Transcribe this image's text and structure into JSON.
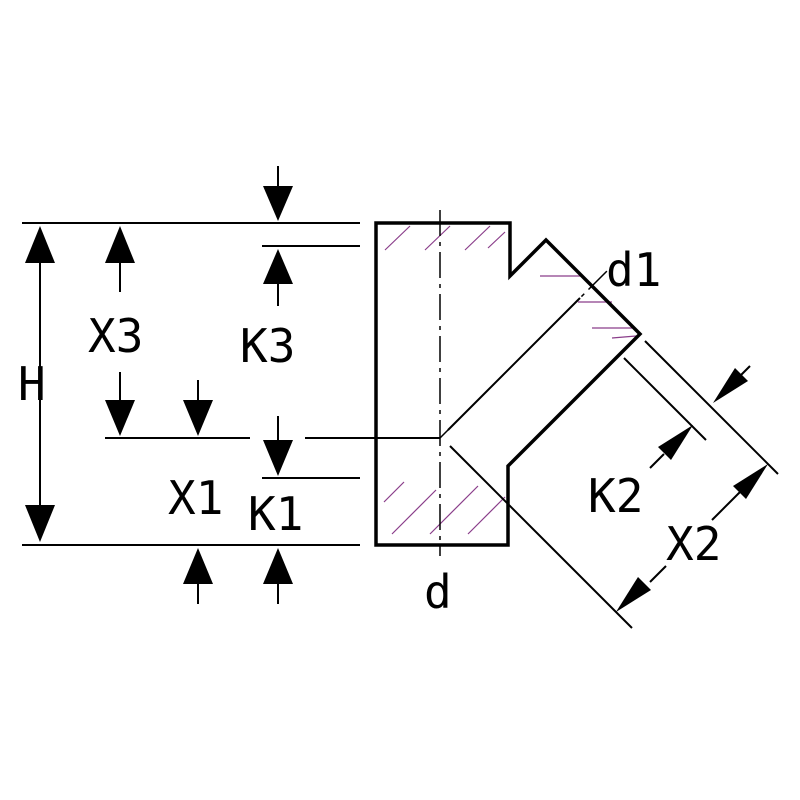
{
  "labels": {
    "H": "H",
    "X3": "X3",
    "K3": "K3",
    "X1": "X1",
    "K1": "K1",
    "d": "d",
    "d1": "d1",
    "K2": "K2",
    "X2": "X2"
  },
  "colors": {
    "line": "#000000",
    "hatch": "#8a3d8a",
    "background": "#ffffff"
  }
}
